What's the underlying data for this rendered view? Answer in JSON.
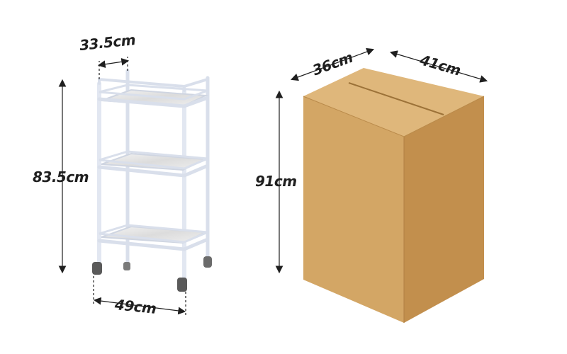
{
  "cart": {
    "depth_label": "33.5cm",
    "height_label": "83.5cm",
    "width_label": "49cm"
  },
  "box": {
    "depth_label": "36cm",
    "width_label": "41cm",
    "height_label": "91cm"
  },
  "colors": {
    "cart_frame": "#d9dfeb",
    "box_front": "#d3a665",
    "box_side": "#c28f4d",
    "box_top": "#dfb77b",
    "arrow": "#1f1f1f"
  }
}
